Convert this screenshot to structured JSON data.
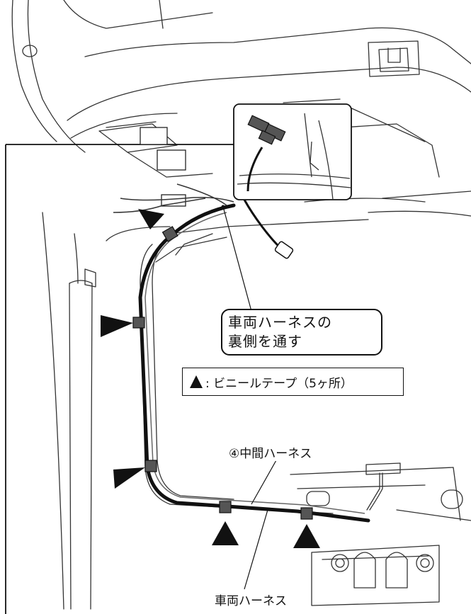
{
  "callout": {
    "line1": "車両ハーネスの",
    "line2": "裏側を通す"
  },
  "legend": {
    "symbol": "▲",
    "text": ": ビニールテープ（5ヶ所）"
  },
  "labels": {
    "intermediate_harness": "④中間ハーネス",
    "vehicle_harness": "車両ハーネス"
  }
}
